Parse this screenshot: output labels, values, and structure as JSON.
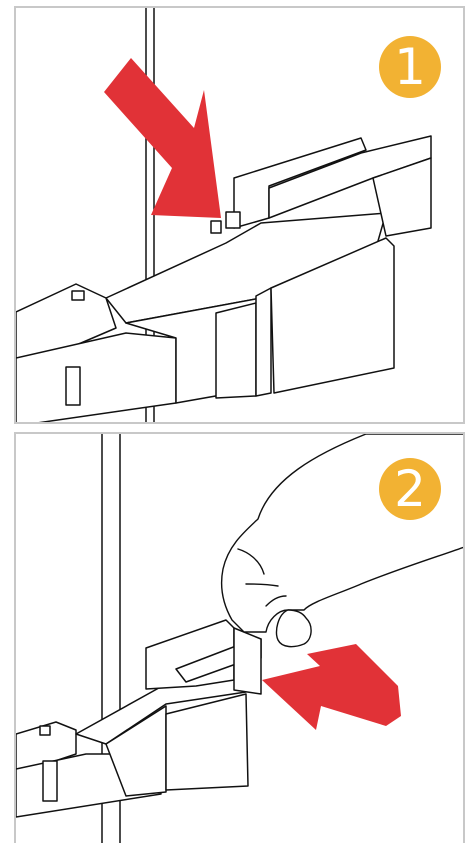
{
  "steps": [
    {
      "number": "1"
    },
    {
      "number": "2"
    }
  ],
  "colors": {
    "badge": "#f2b233",
    "arrow": "#e13237",
    "frame": "#c8c8c8",
    "line": "#111111"
  },
  "icons": {
    "step1": [
      "latch-illustration",
      "red-arrow-icon"
    ],
    "step2": [
      "hand-illustration",
      "latch-illustration",
      "red-arrow-icon"
    ]
  }
}
